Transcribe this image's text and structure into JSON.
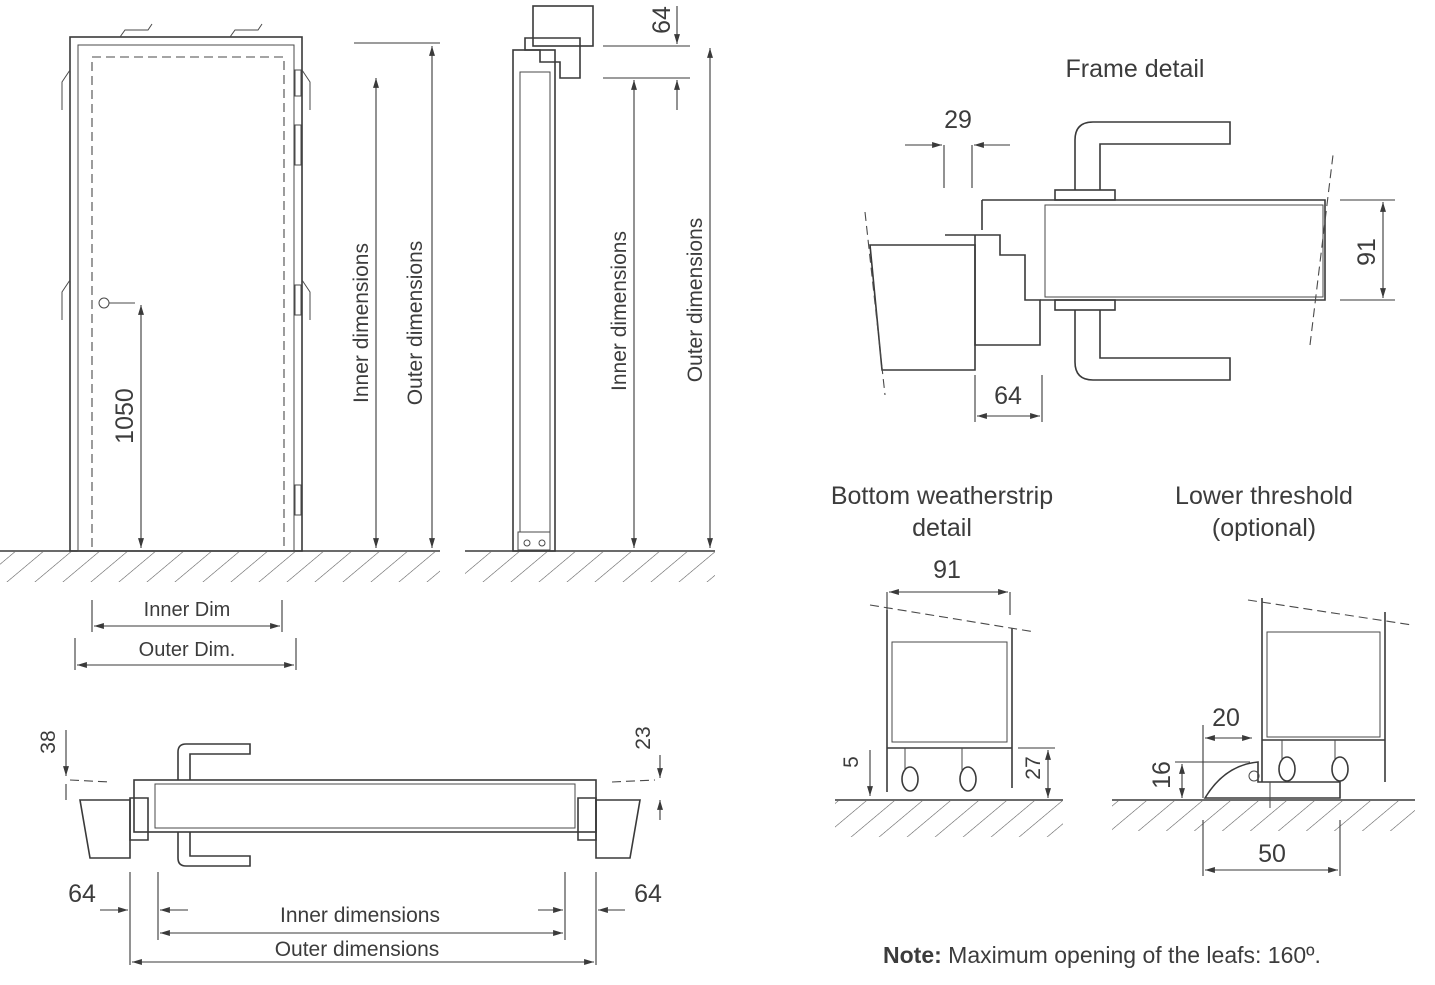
{
  "titles": {
    "frame_detail": "Frame detail",
    "bottom_weatherstrip_1": "Bottom weatherstrip",
    "bottom_weatherstrip_2": "detail",
    "lower_threshold_1": "Lower threshold",
    "lower_threshold_2": "(optional)"
  },
  "front_view": {
    "handle_height": "1050",
    "inner_dimensions": "Inner dimensions",
    "outer_dimensions": "Outer dimensions",
    "inner_dim": "Inner Dim",
    "outer_dim": "Outer Dim."
  },
  "section_view": {
    "top_dim": "64",
    "inner_dimensions": "Inner dimensions",
    "outer_dimensions": "Outer dimensions"
  },
  "plan_view": {
    "left_offset": "38",
    "right_offset": "23",
    "left_frame": "64",
    "right_frame": "64",
    "inner_dimensions": "Inner dimensions",
    "outer_dimensions": "Outer dimensions"
  },
  "frame_detail": {
    "dim_29": "29",
    "dim_91": "91",
    "dim_64": "64"
  },
  "weatherstrip": {
    "dim_91": "91",
    "dim_5": "5",
    "dim_27": "27"
  },
  "threshold": {
    "dim_20": "20",
    "dim_16": "16",
    "dim_50": "50"
  },
  "note": {
    "label": "Note:",
    "text": " Maximum opening of the leafs: 160º."
  }
}
